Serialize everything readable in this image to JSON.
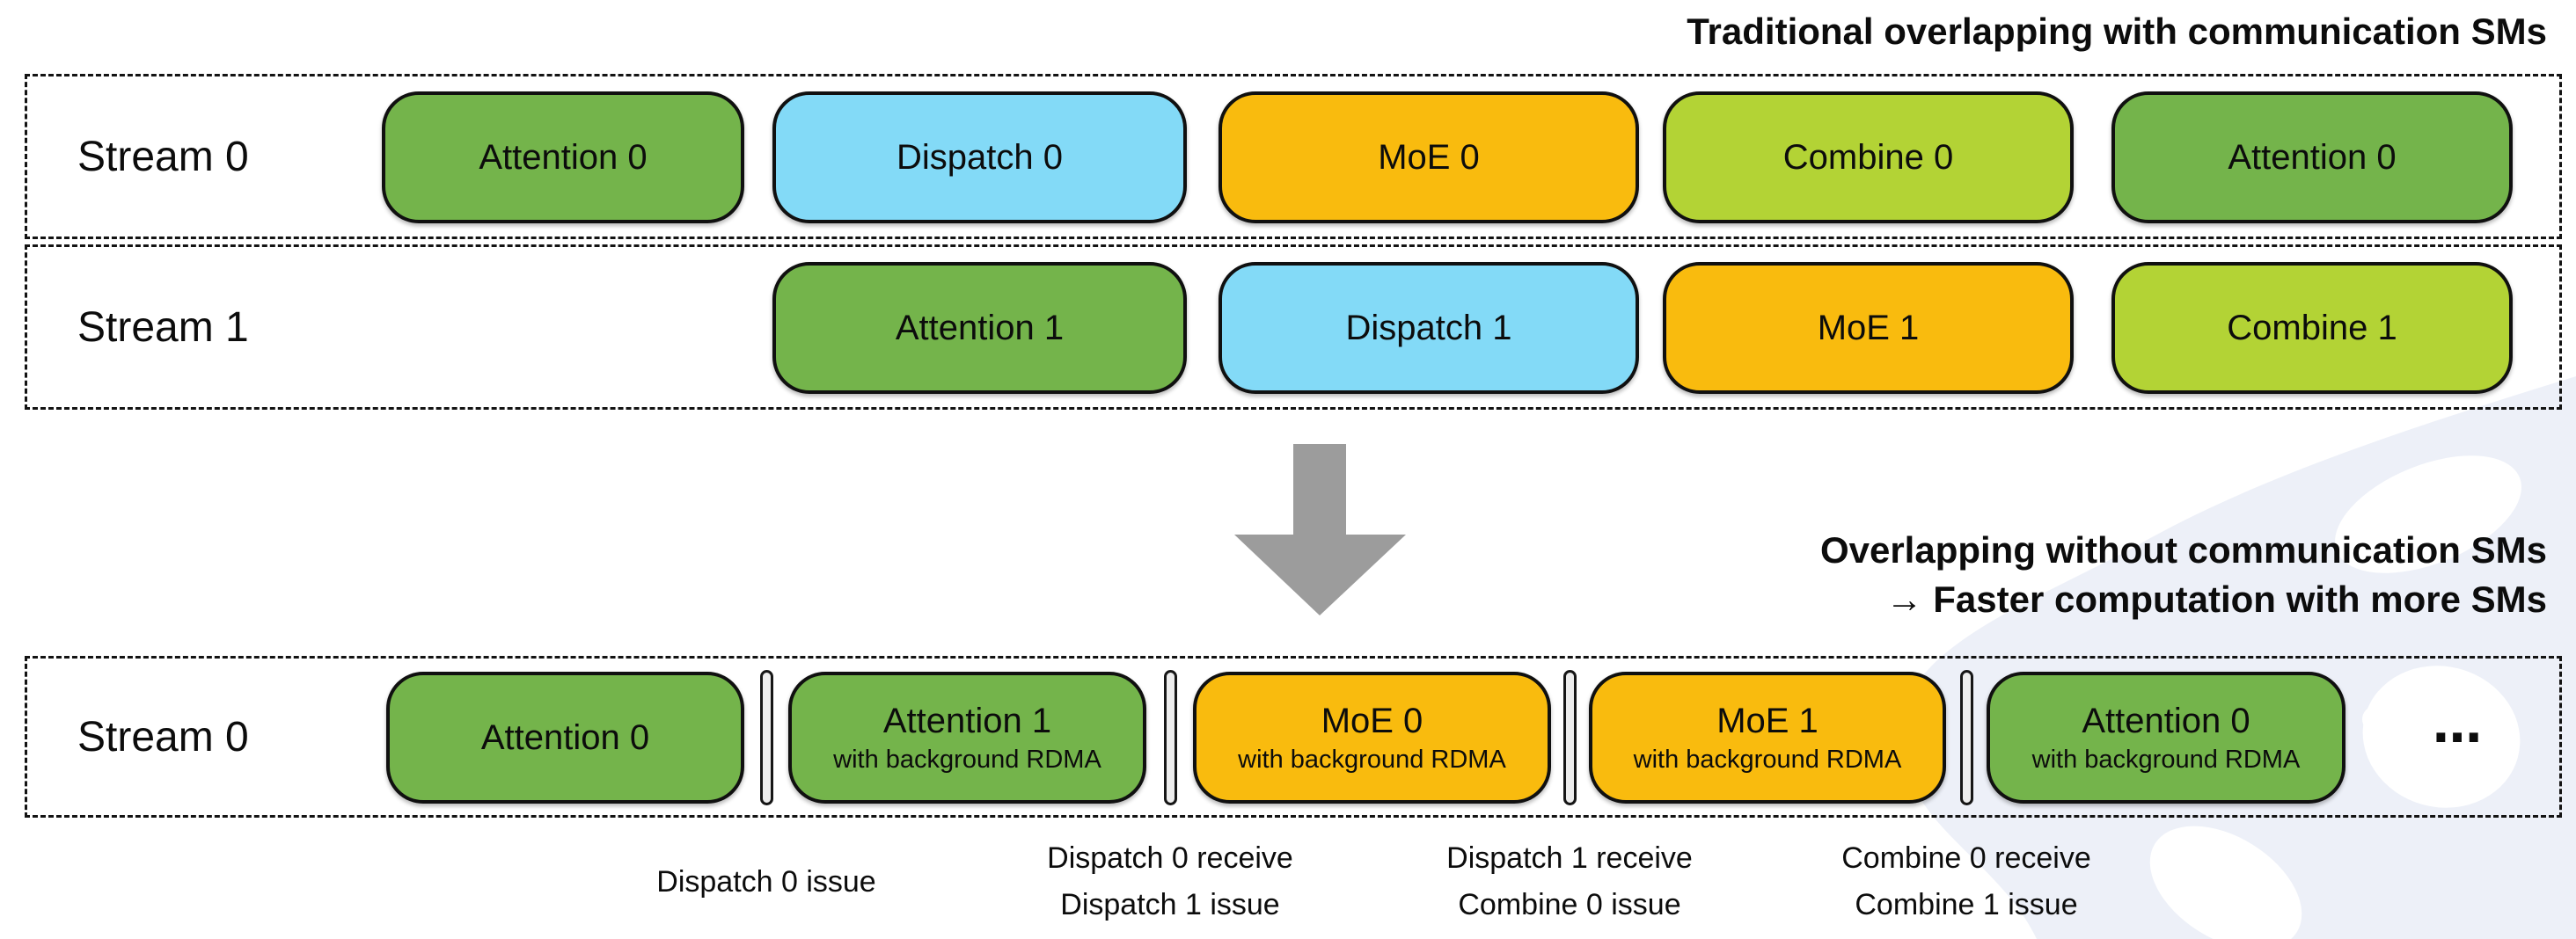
{
  "titles": {
    "top": "Traditional overlapping with communication SMs",
    "bottom_line1": "Overlapping without communication SMs",
    "bottom_line2": "→ Faster computation with more SMs"
  },
  "colors": {
    "green": "#74b44b",
    "blue": "#83daf7",
    "orange": "#f9bb0e",
    "lime": "#b3d335",
    "block_border": "#111111",
    "arrow": "#9c9c9c",
    "separator_fill": "#ededed",
    "watermark": "#edf0f8"
  },
  "rows": [
    {
      "label": "Stream 0",
      "blocks": [
        {
          "slot": 0,
          "label": "Attention 0",
          "color": "green"
        },
        {
          "slot": 1,
          "label": "Dispatch 0",
          "color": "blue"
        },
        {
          "slot": 2,
          "label": "MoE 0",
          "color": "orange"
        },
        {
          "slot": 3,
          "label": "Combine 0",
          "color": "lime"
        },
        {
          "slot": 4,
          "label": "Attention 0",
          "color": "green"
        }
      ]
    },
    {
      "label": "Stream 1",
      "blocks": [
        {
          "slot": 1,
          "label": "Attention 1",
          "color": "green"
        },
        {
          "slot": 2,
          "label": "Dispatch 1",
          "color": "blue"
        },
        {
          "slot": 3,
          "label": "MoE 1",
          "color": "orange"
        },
        {
          "slot": 4,
          "label": "Combine 1",
          "color": "lime"
        }
      ]
    }
  ],
  "bottom_row": {
    "label": "Stream 0",
    "ellipsis": "⋯",
    "blocks": [
      {
        "label": "Attention 0",
        "sublabel": "",
        "color": "green"
      },
      {
        "label": "Attention 1",
        "sublabel": "with background RDMA",
        "color": "green"
      },
      {
        "label": "MoE 0",
        "sublabel": "with background RDMA",
        "color": "orange"
      },
      {
        "label": "MoE 1",
        "sublabel": "with background RDMA",
        "color": "orange"
      },
      {
        "label": "Attention 0",
        "sublabel": "with background RDMA",
        "color": "green"
      }
    ]
  },
  "bottom_labels": [
    {
      "lines": [
        "Dispatch 0 issue"
      ]
    },
    {
      "lines": [
        "Dispatch 0 receive",
        "Dispatch 1 issue"
      ]
    },
    {
      "lines": [
        "Dispatch 1 receive",
        "Combine 0 issue"
      ]
    },
    {
      "lines": [
        "Combine 0 receive",
        "Combine 1 issue"
      ]
    }
  ]
}
